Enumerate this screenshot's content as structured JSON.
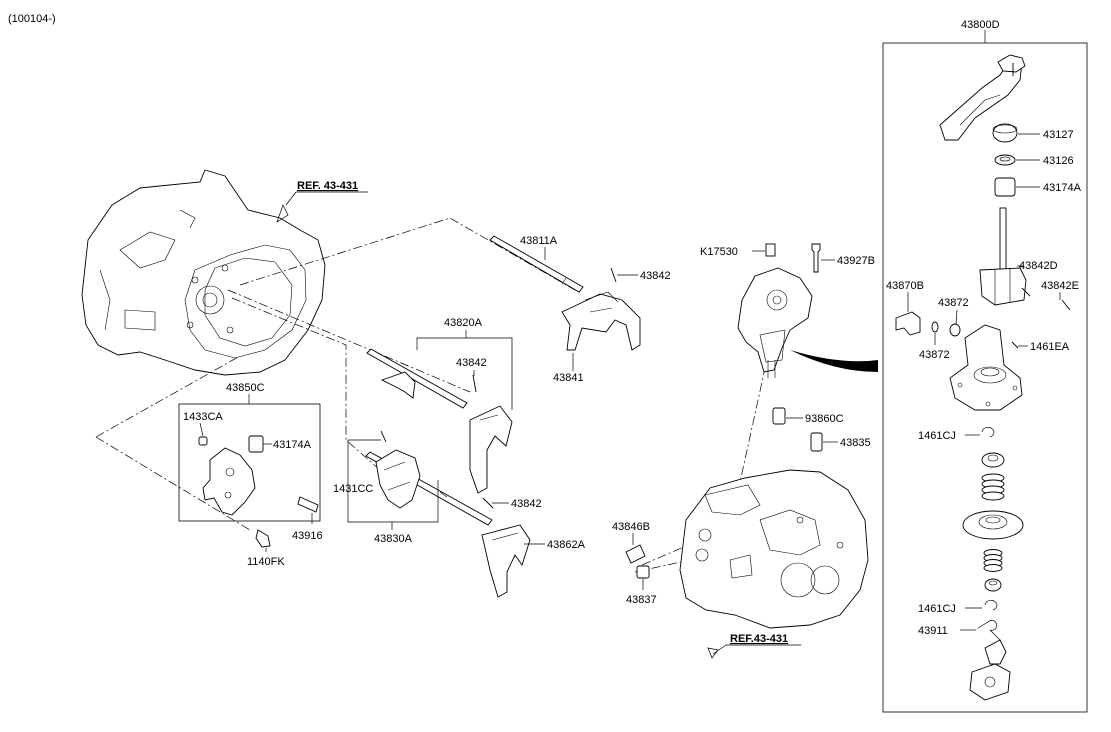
{
  "header": {
    "serial_range": "(100104-)"
  },
  "references": {
    "ref_top": "REF. 43-431",
    "ref_bottom": "REF.43-431"
  },
  "callouts": {
    "c43800D": "43800D",
    "c43127": "43127",
    "c43126": "43126",
    "c43174A_right": "43174A",
    "c43842D": "43842D",
    "c43842E": "43842E",
    "c43870B": "43870B",
    "c43872_upper": "43872",
    "c43872_lower": "43872",
    "c1461EA": "1461EA",
    "c1461CJ_upper": "1461CJ",
    "c1461CJ_lower": "1461CJ",
    "c43911": "43911",
    "cK17530": "K17530",
    "c43927B": "43927B",
    "c43811A": "43811A",
    "c43842_top": "43842",
    "c43841": "43841",
    "c43820A": "43820A",
    "c43842_mid": "43842",
    "c43850C": "43850C",
    "c1433CA": "1433CA",
    "c43174A_left": "43174A",
    "c43916": "43916",
    "c1140FK": "1140FK",
    "c1431CC": "1431CC",
    "c43830A": "43830A",
    "c43842_low": "43842",
    "c43862A": "43862A",
    "c93860C": "93860C",
    "c43835": "43835",
    "c43846B": "43846B",
    "c43837": "43837"
  }
}
